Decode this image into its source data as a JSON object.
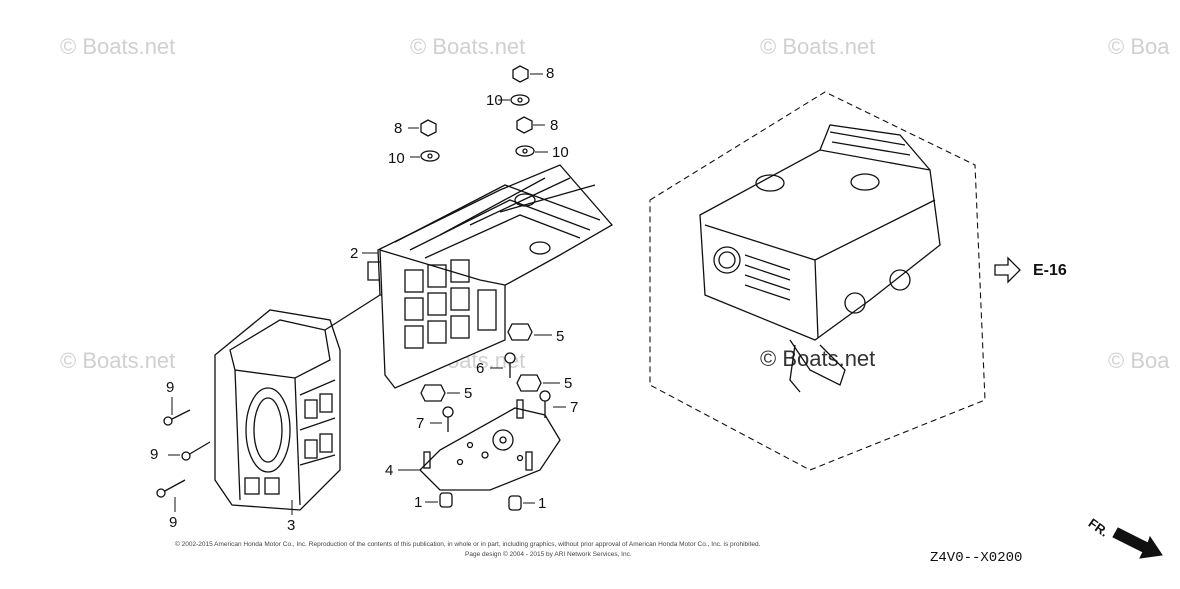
{
  "watermarks": [
    "© Boats.net",
    "© Boats.net",
    "© Boats.net",
    "© Boa",
    "© Boats.net",
    "© Boats.net",
    "© Boats.net",
    "© Boa"
  ],
  "callouts": {
    "c8a": "8",
    "c10a": "10",
    "c8b": "8",
    "c10b": "10",
    "c8c": "8",
    "c10c": "10",
    "c2": "2",
    "c5a": "5",
    "c6": "6",
    "c5b": "5",
    "c5c": "5",
    "c7a": "7",
    "c7b": "7",
    "c9a": "9",
    "c9b": "9",
    "c9c": "9",
    "c4": "4",
    "c1a": "1",
    "c1b": "1",
    "c3": "3"
  },
  "reference": "E-16",
  "direction_label": "FR.",
  "copyright_line1": "© 2002-2015 American Honda Motor Co., Inc. Reproduction of the contents of this publication, in whole or in part, including graphics, without prior approval of American Honda Motor Co., Inc. is prohibited.",
  "copyright_line2": "Page design © 2004 - 2015 by ARI Network Services, Inc.",
  "diagram_code": "Z4V0--X0200"
}
